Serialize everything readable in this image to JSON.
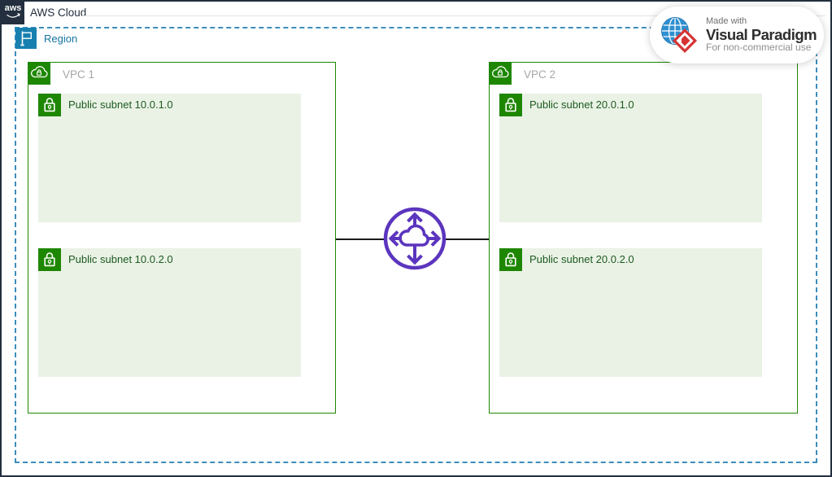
{
  "header": {
    "logo_text": "aws",
    "title": "AWS Cloud"
  },
  "region": {
    "label": "Region"
  },
  "vpcs": [
    {
      "label": "VPC 1",
      "subnets": [
        {
          "label": "Public subnet 10.0.1.0"
        },
        {
          "label": "Public subnet 10.0.2.0"
        }
      ]
    },
    {
      "label": "VPC 2",
      "subnets": [
        {
          "label": "Public subnet 20.0.1.0"
        },
        {
          "label": "Public subnet 20.0.2.0"
        }
      ]
    }
  ],
  "gateway": {
    "type": "transit-gateway",
    "connects": [
      "VPC 1",
      "VPC 2"
    ]
  },
  "icons": {
    "aws_logo": "aws-smile-logo",
    "region": "flag-icon",
    "vpc": "vpc-cloud-lock-icon",
    "subnet": "padlock-icon",
    "gateway": "transit-gateway-icon",
    "watermark": "visual-paradigm-globe-icon"
  },
  "watermark": {
    "made_with": "Made with",
    "brand": "Visual Paradigm",
    "license": "For non-commercial use"
  },
  "colors": {
    "aws_dark": "#232F3E",
    "vpc_green": "#1E8702",
    "subnet_fill": "#EAF2E6",
    "subnet_text": "#1D5B20",
    "vpc_label": "#A6A6A6",
    "region_blue": "#1880B0",
    "region_text": "#1474A4",
    "dash_blue": "#3C8DBC",
    "tgw_purple": "#5B35BE",
    "connector": "#1A1A1A",
    "brand_red": "#D63434",
    "brand_globe": "#2F8FD0"
  }
}
